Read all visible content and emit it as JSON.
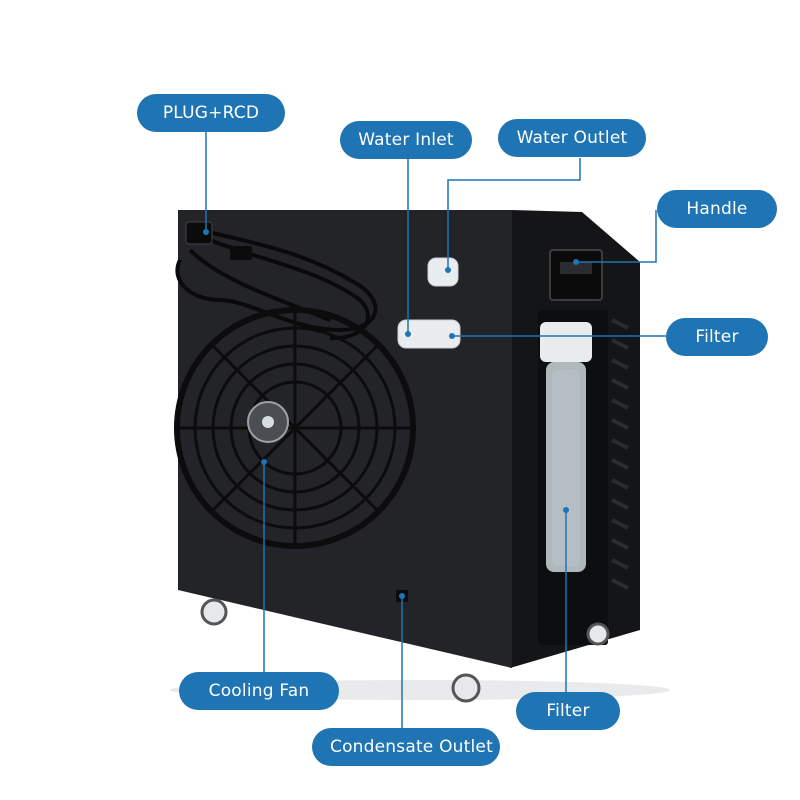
{
  "callouts": {
    "plug_rcd": "PLUG+RCD",
    "water_inlet": "Water Inlet",
    "water_outlet": "Water Outlet",
    "handle": "Handle",
    "filter_top": "Filter",
    "filter_bottom": "Filter",
    "cooling_fan": "Cooling Fan",
    "condensate_outlet": "Condensate Outlet"
  },
  "colors": {
    "callout_fill": "#1f74b3",
    "callout_text": "#ffffff",
    "leader_line": "#1f74b3",
    "body": "#1c1d1f"
  }
}
